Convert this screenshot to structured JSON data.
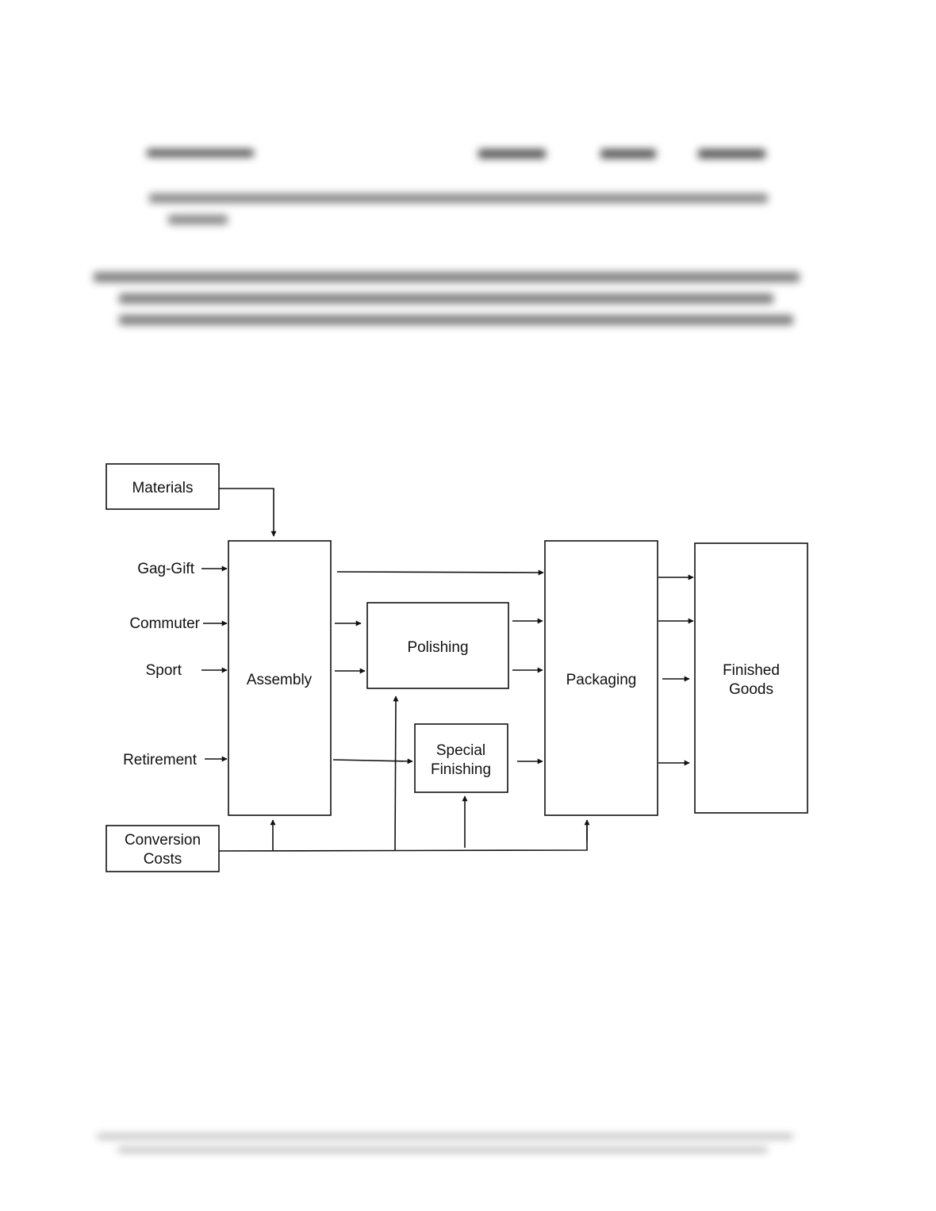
{
  "diagram": {
    "materials": "Materials",
    "conversion_costs": [
      "Conversion",
      "Costs"
    ],
    "inputs": [
      "Gag-Gift",
      "Commuter",
      "Sport",
      "Retirement"
    ],
    "assembly": "Assembly",
    "polishing": "Polishing",
    "special_finishing": [
      "Special",
      "Finishing"
    ],
    "packaging": "Packaging",
    "finished_goods": [
      "Finished",
      "Goods"
    ]
  }
}
